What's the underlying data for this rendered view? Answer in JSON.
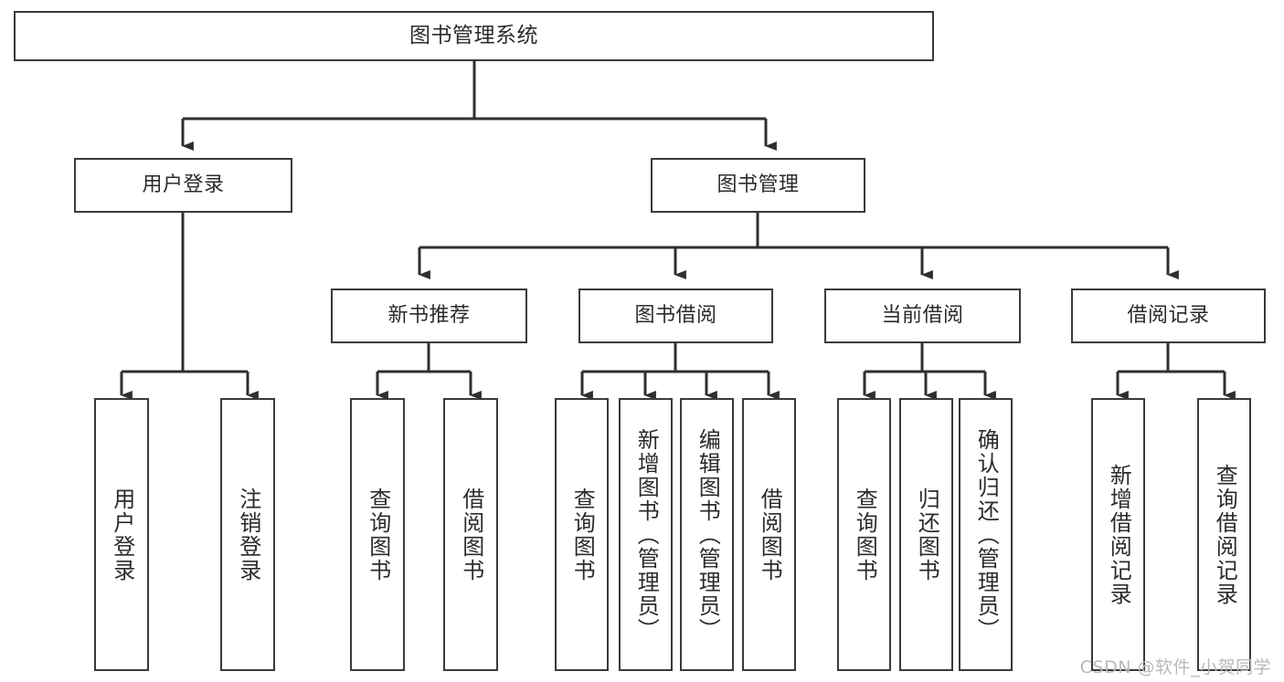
{
  "diagram": {
    "type": "tree",
    "title": "图书管理系统",
    "style": {
      "background": "#ffffff",
      "node_fill": "#ffffff",
      "node_stroke": "#3a3a3a",
      "connector_stroke": "#2f2f2f",
      "text_color": "#2b2b2b",
      "watermark_color": "#b9b9b9"
    },
    "root": {
      "id": "root",
      "label": "图书管理系统"
    },
    "level2": [
      {
        "id": "user-login",
        "label": "用户登录"
      },
      {
        "id": "book-manage",
        "label": "图书管理"
      }
    ],
    "level3": [
      {
        "id": "new-book-rec",
        "label": "新书推荐",
        "parent": "book-manage"
      },
      {
        "id": "book-borrow",
        "label": "图书借阅",
        "parent": "book-manage"
      },
      {
        "id": "current-borrow",
        "label": "当前借阅",
        "parent": "book-manage"
      },
      {
        "id": "borrow-record",
        "label": "借阅记录",
        "parent": "book-manage"
      }
    ],
    "leaves": [
      {
        "id": "leaf-user-login",
        "label": "用户登录",
        "parent": "user-login"
      },
      {
        "id": "leaf-user-logout",
        "label": "注销登录",
        "parent": "user-login"
      },
      {
        "id": "leaf-query-book-1",
        "label": "查询图书",
        "parent": "new-book-rec"
      },
      {
        "id": "leaf-borrow-book-1",
        "label": "借阅图书",
        "parent": "new-book-rec"
      },
      {
        "id": "leaf-query-book-2",
        "label": "查询图书",
        "parent": "book-borrow"
      },
      {
        "id": "leaf-add-book",
        "label": "新增图书（管理员）",
        "parent": "book-borrow"
      },
      {
        "id": "leaf-edit-book",
        "label": "编辑图书（管理员）",
        "parent": "book-borrow"
      },
      {
        "id": "leaf-borrow-book-2",
        "label": "借阅图书",
        "parent": "book-borrow"
      },
      {
        "id": "leaf-query-book-3",
        "label": "查询图书",
        "parent": "current-borrow"
      },
      {
        "id": "leaf-return-book",
        "label": "归还图书",
        "parent": "current-borrow"
      },
      {
        "id": "leaf-confirm-return",
        "label": "确认归还（管理员）",
        "parent": "current-borrow"
      },
      {
        "id": "leaf-add-record",
        "label": "新增借阅记录",
        "parent": "borrow-record"
      },
      {
        "id": "leaf-query-record",
        "label": "查询借阅记录",
        "parent": "borrow-record"
      }
    ]
  },
  "watermark": {
    "text": "CSDN @软件_小贺同学"
  }
}
